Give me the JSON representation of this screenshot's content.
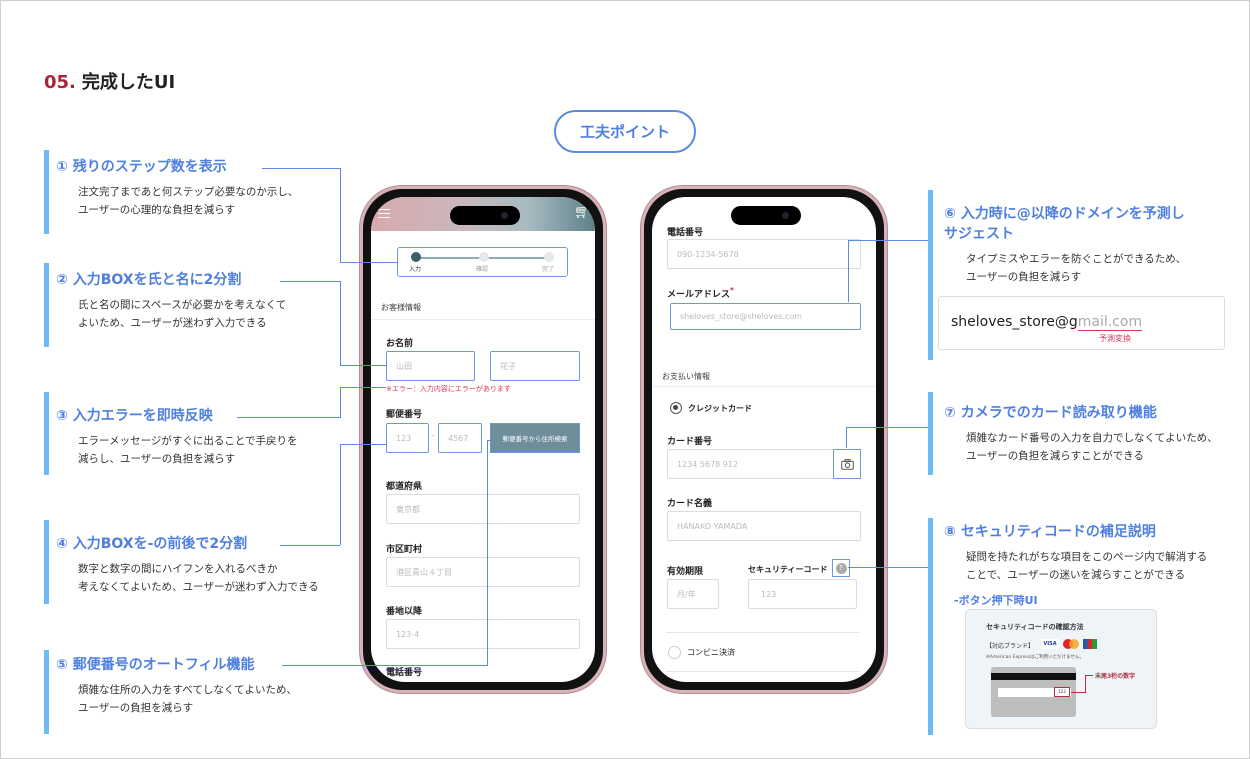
{
  "header": {
    "number": "05.",
    "title": "完成したUI"
  },
  "points_label": "工夫ポイント",
  "annotations": [
    {
      "title": "① 残りのステップ数を表示",
      "body": "注文完了まであと何ステップ必要なのか示し、\nユーザーの心理的な負担を減らす"
    },
    {
      "title": "② 入力BOXを氏と名に2分割",
      "body": "氏と名の間にスペースが必要かを考えなくて\nよいため、ユーザーが迷わず入力できる"
    },
    {
      "title": "③ 入力エラーを即時反映",
      "body": "エラーメッセージがすぐに出ることで手戻りを\n減らし、ユーザーの負担を減らす"
    },
    {
      "title": "④ 入力BOXを-の前後で2分割",
      "body": "数字と数字の間にハイフンを入れるべきか\n考えなくてよいため、ユーザーが迷わず入力できる"
    },
    {
      "title": "⑤ 郵便番号のオートフィル機能",
      "body": "煩雑な住所の入力をすべてしなくてよいため、\nユーザーの負担を減らす"
    },
    {
      "title": "⑥ 入力時に@以降のドメインを予測し\nサジェスト",
      "body": "タイプミスやエラーを防ぐことができるため、\nユーザーの負担を減らす"
    },
    {
      "title": "⑦ カメラでのカード読み取り機能",
      "body": "煩雑なカード番号の入力を自力でしなくてよいため、\nユーザーの負担を減らすことができる"
    },
    {
      "title": "⑧ セキュリティコードの補足説明",
      "body": "疑問を持たれがちな項目をこのページ内で解消する\nことで、ユーザーの迷いを減らすことができる"
    }
  ],
  "suggest": {
    "typed": "sheloves_store@g",
    "predicted": "mail.com",
    "caption": "予測変換"
  },
  "popup": {
    "label": "-ボタン押下時UI",
    "title": "セキュリティコードの確認方法",
    "brands_label": "【対応ブランド】",
    "visa": "VISA",
    "note": "※American Expressはご利用いただけません。",
    "code": "123",
    "callout": "末尾3桁の数字"
  },
  "phone1": {
    "steps": [
      "入力",
      "確認",
      "完了"
    ],
    "section": "お客様情報",
    "name_label": "お名前",
    "last_ph": "山田",
    "first_ph": "花子",
    "error": "※エラー：入力内容にエラーがあります",
    "zip_label": "郵便番号",
    "zip1_ph": "123",
    "zip_sep": "–",
    "zip2_ph": "4567",
    "zip_button": "郵便番号から住所検索",
    "pref_label": "都道府県",
    "pref_ph": "東京都",
    "city_label": "市区町村",
    "city_ph": "港区青山４丁目",
    "addr_label": "番地以降",
    "addr_ph": "123-4",
    "tel_label": "電話番号"
  },
  "phone2": {
    "tel_label": "電話番号",
    "tel_ph": "090-1234-5678",
    "mail_label": "メールアドレス",
    "required": "*",
    "mail_ph": "sheloves_store@sheloves.com",
    "section": "お支払い情報",
    "credit": "クレジットカード",
    "card_label": "カード番号",
    "card_ph": "1234 5678 912",
    "holder_label": "カード名義",
    "holder_ph": "HANAKO YAMADA",
    "exp_label": "有効期限",
    "exp_ph": "月/年",
    "cvc_label": "セキュリティーコード",
    "cvc_ph": "123",
    "help": "?",
    "konbini": "コンビニ決済"
  },
  "colors": {
    "accent": "#4f7fe0",
    "bar": "#6bbcf5",
    "error": "#d8365a",
    "title_num": "#a8263a"
  }
}
